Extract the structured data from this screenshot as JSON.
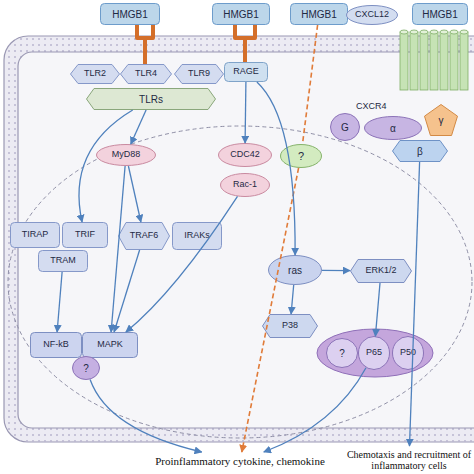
{
  "diagram": {
    "nodes": [
      {
        "text": [
          "HMGB1"
        ]
      },
      {
        "text": [
          "HMGB1"
        ]
      },
      {
        "text": [
          "HMGB1"
        ]
      },
      {
        "text": [
          "CXCL12"
        ]
      },
      {
        "text": [
          "HMGB1"
        ]
      },
      {
        "text": [
          "TLR2"
        ]
      },
      {
        "text": [
          "TLR4"
        ]
      },
      {
        "text": [
          "TLR9"
        ]
      },
      {
        "text": [
          "TLRs"
        ]
      },
      {
        "text": [
          "RAGE"
        ]
      },
      {
        "text": [
          "CXCR4"
        ]
      },
      {
        "text": [
          "G"
        ]
      },
      {
        "text": [
          "α"
        ]
      },
      {
        "text": [
          "γ"
        ]
      },
      {
        "text": [
          "β"
        ]
      },
      {
        "text": [
          "MyD88"
        ]
      },
      {
        "text": [
          "CDC42"
        ]
      },
      {
        "text": [
          "?"
        ]
      },
      {
        "text": [
          "Rac-1"
        ]
      },
      {
        "text": [
          "TIRAP"
        ]
      },
      {
        "text": [
          "TRIF"
        ]
      },
      {
        "text": [
          "TRAM"
        ]
      },
      {
        "text": [
          "TRAF6"
        ]
      },
      {
        "text": [
          "IRAKs"
        ]
      },
      {
        "text": [
          "ras"
        ]
      },
      {
        "text": [
          "ERK1/2"
        ]
      },
      {
        "text": [
          "P38"
        ]
      },
      {
        "text": [
          "NF-kB"
        ]
      },
      {
        "text": [
          "MAPK"
        ]
      },
      {
        "text": [
          "?"
        ]
      },
      {
        "text": [
          "?"
        ]
      },
      {
        "text": [
          "P65"
        ]
      },
      {
        "text": [
          "P50"
        ]
      },
      {
        "text": [
          "Proinflammatory cytokine, chemokine"
        ]
      },
      {
        "text": [
          "Chemotaxis and recruitment of inflammatory cells"
        ]
      }
    ],
    "edges": [
      {
        "from": 2,
        "to": 17,
        "arrow": "none"
      },
      {
        "from": 17,
        "to": 33,
        "arrow": "to"
      },
      {
        "from": 8,
        "to": 20,
        "arrow": "to"
      },
      {
        "from": 8,
        "to": 15,
        "arrow": "to"
      },
      {
        "from": 15,
        "to": 22,
        "arrow": "to"
      },
      {
        "from": 15,
        "to": 28,
        "arrow": "to"
      },
      {
        "from": 21,
        "to": 27,
        "arrow": "to"
      },
      {
        "from": 22,
        "to": 28,
        "arrow": "to"
      },
      {
        "from": 18,
        "to": 28,
        "arrow": "to"
      },
      {
        "from": 9,
        "to": 16,
        "arrow": "to"
      },
      {
        "from": 9,
        "to": 24,
        "arrow": "to"
      },
      {
        "from": 24,
        "to": 25,
        "arrow": "to"
      },
      {
        "from": 24,
        "to": 26,
        "arrow": "to"
      },
      {
        "from": 25,
        "to": 31,
        "arrow": "to"
      },
      {
        "from": 31,
        "to": 33,
        "arrow": "to"
      },
      {
        "from": 29,
        "to": 33,
        "arrow": "to"
      },
      {
        "from": 14,
        "to": 34,
        "arrow": "to"
      }
    ]
  }
}
